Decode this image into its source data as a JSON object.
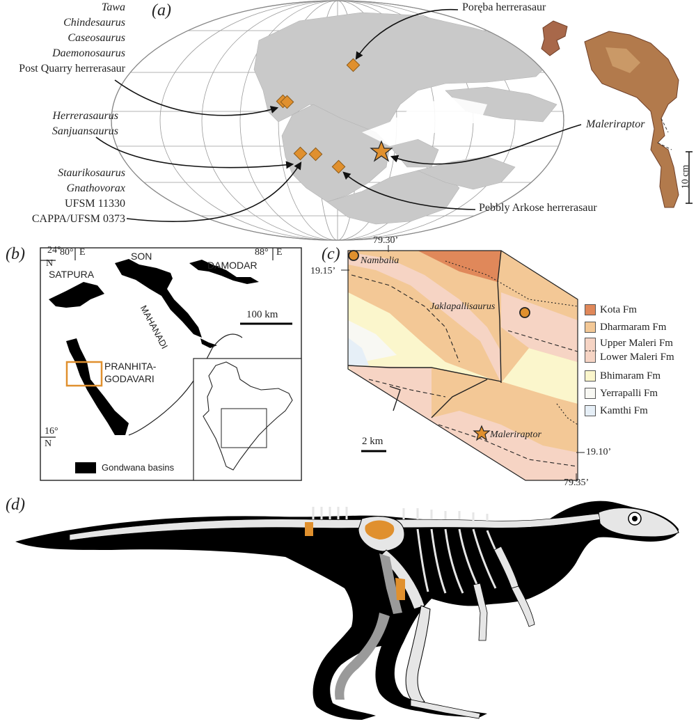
{
  "panels": {
    "a": "(a)",
    "b": "(b)",
    "c": "(c)",
    "d": "(d)"
  },
  "panel_a": {
    "labels_left_top": [
      "Tawa",
      "Chindesaurus",
      "Caseosaurus",
      "Daemonosaurus"
    ],
    "post_quarry": "Post Quarry herrerasaur",
    "herrerasaurus": [
      "Herrerasaurus",
      "Sanjuansaurus"
    ],
    "staurikosaurus_italic": [
      "Staurikosaurus",
      "Gnathovorax"
    ],
    "specimens": [
      "UFSM 11330",
      "CAPPA/UFSM 0373"
    ],
    "poreba": "Poręba herrerasaur",
    "maleriraptor": "Maleriraptor",
    "pebbly": "Pebbly Arkose herrerasaur",
    "scale": "10 cm"
  },
  "panel_b": {
    "lat_top": "24°",
    "lat_top_dir": "N",
    "lon_left": "80°",
    "lon_left_dir": "E",
    "lon_right": "88°",
    "lon_right_dir": "E",
    "lat_bottom": "16°",
    "lat_bottom_dir": "N",
    "basins": [
      "SATPURA",
      "SON",
      "MAHANADI",
      "DAMODAR",
      "PRANHITA-",
      "GODAVARI"
    ],
    "scale": "100 km",
    "legend": "Gondwana basins"
  },
  "panel_c": {
    "lon1": "79.30’",
    "lat1": "19.15’",
    "lat2": "19.10’",
    "lon2": "79.35’",
    "sites": [
      "Nambalia",
      "Jaklapallisaurus",
      "Maleriraptor"
    ],
    "scale": "2 km",
    "legend": [
      {
        "name": "Kota Fm",
        "color": "#e0885a"
      },
      {
        "name": "Dharmaram Fm",
        "color": "#f3c896"
      },
      {
        "name": "Upper Maleri Fm",
        "color": "#f6d4c4"
      },
      {
        "name": "Lower Maleri Fm",
        "color": "#f6d4c4"
      },
      {
        "name": "Bhimaram Fm",
        "color": "#fbf6cc"
      },
      {
        "name": "Yerrapalli Fm",
        "color": "#f8f8f3"
      },
      {
        "name": "Kamthi Fm",
        "color": "#e6eff7"
      }
    ]
  },
  "colors": {
    "orange": "#e0902e",
    "land": "#c9c9c9",
    "bone": "#e6e6e6",
    "silhouette": "#000000"
  }
}
